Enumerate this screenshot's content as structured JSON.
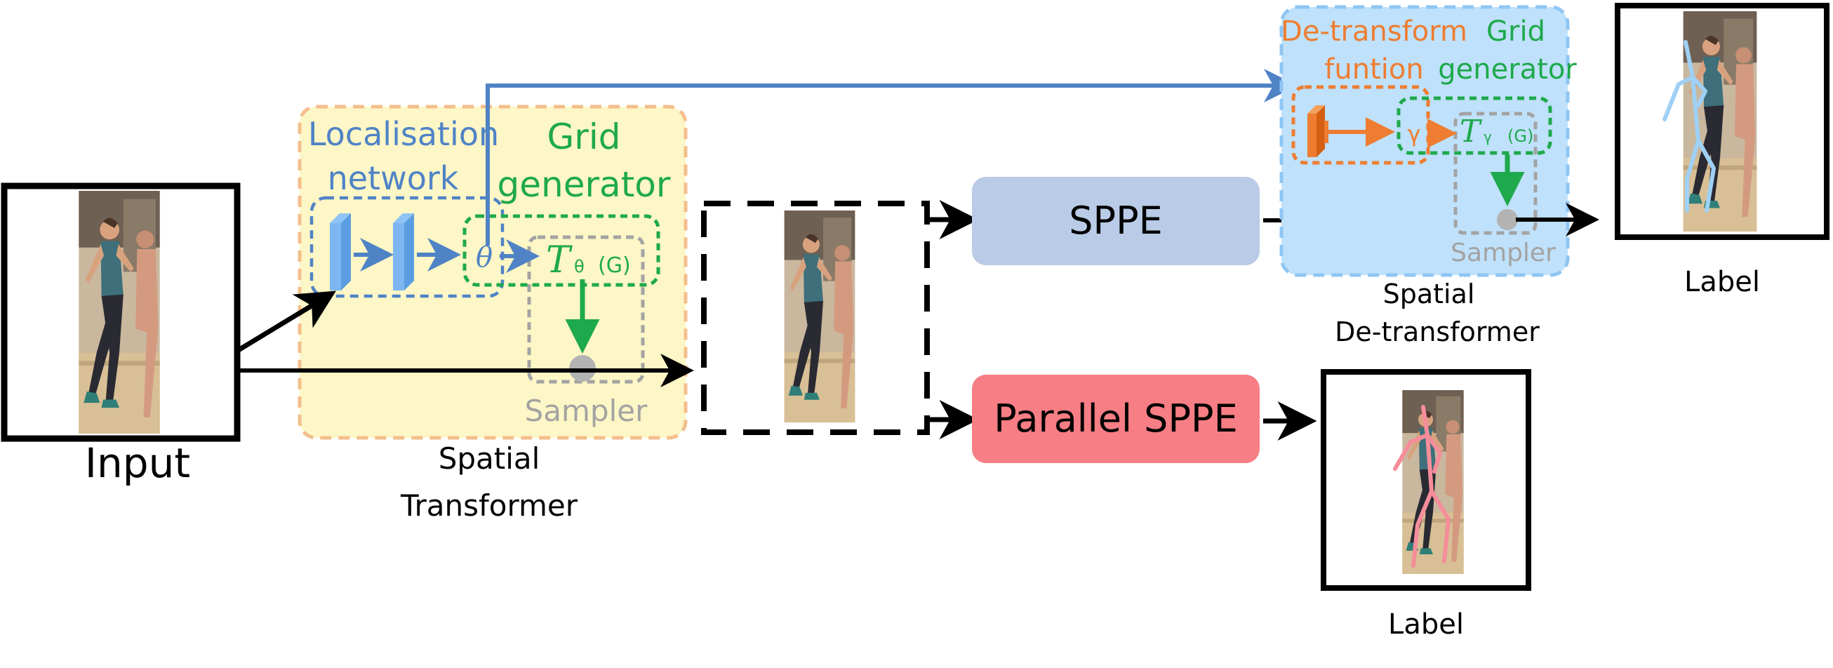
{
  "input": {
    "caption": "Input"
  },
  "spatial_transformer": {
    "localisation_network": [
      "Localisation",
      "network"
    ],
    "grid_generator": [
      "Grid",
      "generator"
    ],
    "theta": "θ",
    "transform_symbol": "T",
    "transform_subscript": "θ",
    "transform_arg": "(G)",
    "sampler": "Sampler",
    "caption": [
      "Spatial",
      "Transformer"
    ]
  },
  "sppe": {
    "label": "SPPE"
  },
  "parallel_sppe": {
    "label": "Parallel SPPE"
  },
  "spatial_detransformer": {
    "detransform_function": [
      "De-transform",
      "funtion"
    ],
    "grid_generator": [
      "Grid",
      "generator"
    ],
    "gamma": "γ",
    "transform_symbol": "T",
    "transform_subscript": "γ",
    "transform_arg": "(G)",
    "sampler": "Sampler",
    "caption": [
      "Spatial",
      "De-transformer"
    ]
  },
  "outputs": {
    "top_label": "Label",
    "bottom_label": "Label"
  },
  "colors": {
    "st_panel_fill": "#fdf6c6",
    "st_panel_border": "#f3bf8c",
    "loc_blue": "#4f83c6",
    "grid_green": "#1ea94c",
    "sampler_gray": "#a3a3a3",
    "sppe_fill": "#b9cbe6",
    "parallel_fill": "#f67e84",
    "sdt_panel_fill": "#bfe1fb",
    "sdt_panel_border": "#8fc6f3",
    "detransform_orange": "#ee7d31",
    "skeleton_blue": "#9fd0f5",
    "skeleton_pink": "#f58d9a"
  }
}
